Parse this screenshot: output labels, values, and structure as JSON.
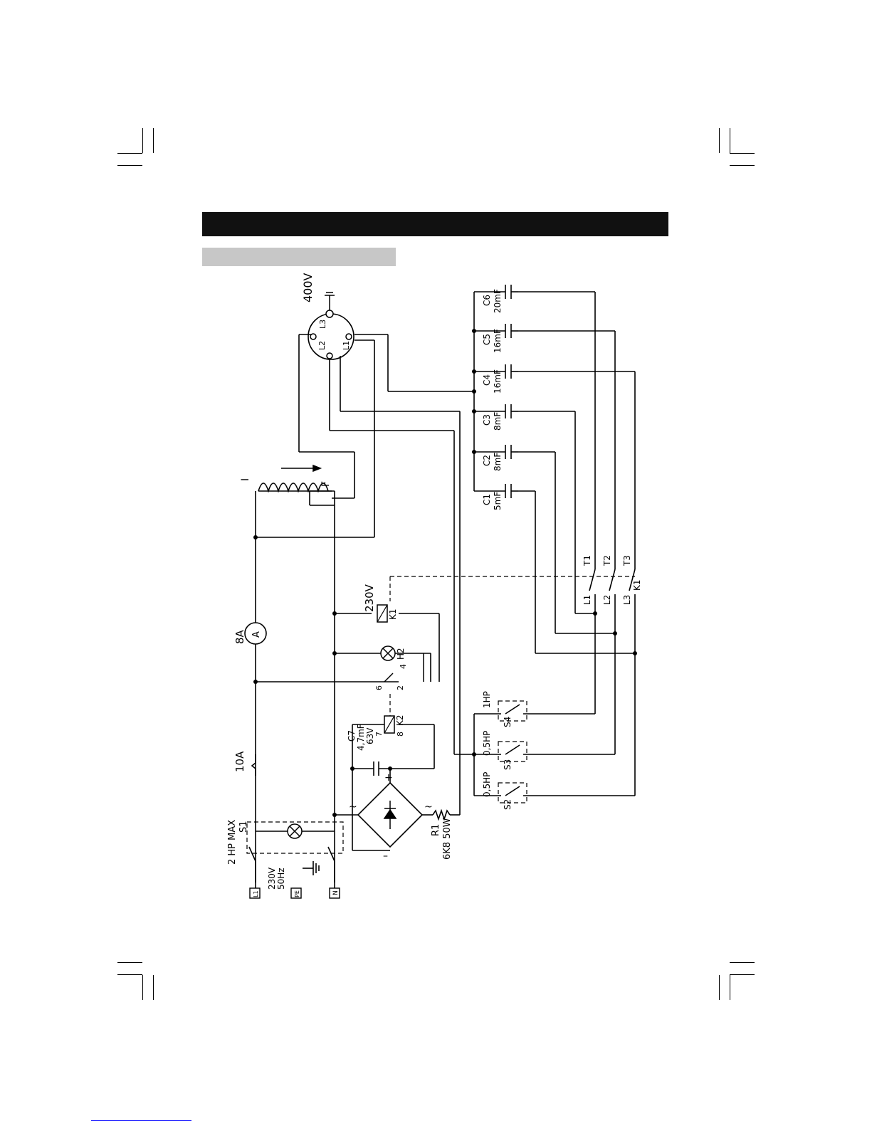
{
  "labels": {
    "supply": "400V",
    "coil_230": "230V",
    "pin_l1": "L1",
    "pin_l2": "L2",
    "pin_l3": "L3",
    "ammeter_rating": "8A",
    "ammeter": "A",
    "fuse": "10A",
    "motor_i": "I",
    "motor_f": "F",
    "k1": "K1",
    "k1_bottom": "K1",
    "h2": "H2",
    "k2": "K2",
    "k2_pin8": "8",
    "k2_pin7": "7",
    "k2_pin6": "6",
    "k2_pin2": "2",
    "k2_pin4": "4",
    "c7": "C7",
    "c7_val": "4,7mF",
    "c7_volt": "63V",
    "plus": "+",
    "minus": "–",
    "tilde1": "~",
    "tilde2": "~",
    "r1": "R1",
    "r1_val": "6K8 50W",
    "s1": "S1",
    "s1_rating": "2 HP MAX",
    "mains": "230V",
    "mains_freq": "50Hz",
    "term_l1": "L1",
    "term_pe": "PE",
    "term_n": "N",
    "t1": "T1",
    "t2": "T2",
    "t3": "T3",
    "l1": "L1",
    "l2": "L2",
    "l3": "L3",
    "s2": "S2",
    "s3": "S3",
    "s4": "S4",
    "s2_rating": "0,5HP",
    "s3_rating": "0,5HP",
    "s4_rating": "1HP"
  },
  "capacitors": [
    {
      "name": "C1",
      "value": "5mF"
    },
    {
      "name": "C2",
      "value": "8mF"
    },
    {
      "name": "C3",
      "value": "8mF"
    },
    {
      "name": "C4",
      "value": "16mF"
    },
    {
      "name": "C5",
      "value": "16mF"
    },
    {
      "name": "C6",
      "value": "20mF"
    }
  ]
}
